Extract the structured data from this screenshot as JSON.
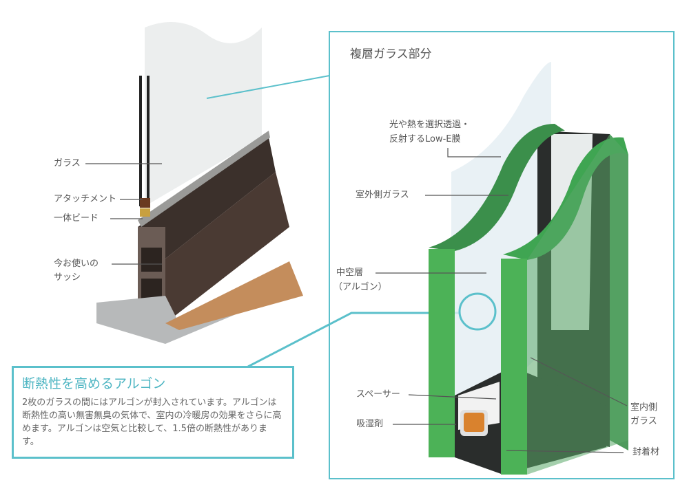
{
  "left_labels": {
    "glass": "ガラス",
    "attachment": "アタッチメント",
    "bead": "一体ビード",
    "sash_line1": "今お使いの",
    "sash_line2": "サッシ"
  },
  "panel": {
    "title": "複層ガラス部分",
    "lowe_line1": "光や熱を選択透過・",
    "lowe_line2": "反射するLow-E膜",
    "outer_glass": "室外側ガラス",
    "hollow_line1": "中空層",
    "hollow_line2": "（アルゴン）",
    "spacer": "スペーサー",
    "desiccant": "吸湿剤",
    "inner_glass_line1": "室内側",
    "inner_glass_line2": "ガラス",
    "sealant": "封着材"
  },
  "callout": {
    "title": "断熱性を高めるアルゴン",
    "body": "2枚のガラスの間にはアルゴンが封入されています。アルゴンは断熱性の高い無害無臭の気体で、室内の冷暖房の効果をさらに高めます。アルゴンは空気と比較して、1.5倍の断熱性があります。"
  },
  "colors": {
    "accent": "#5bc0cb",
    "glass_green": "#3fa550",
    "sealant": "#2a2d2c"
  }
}
